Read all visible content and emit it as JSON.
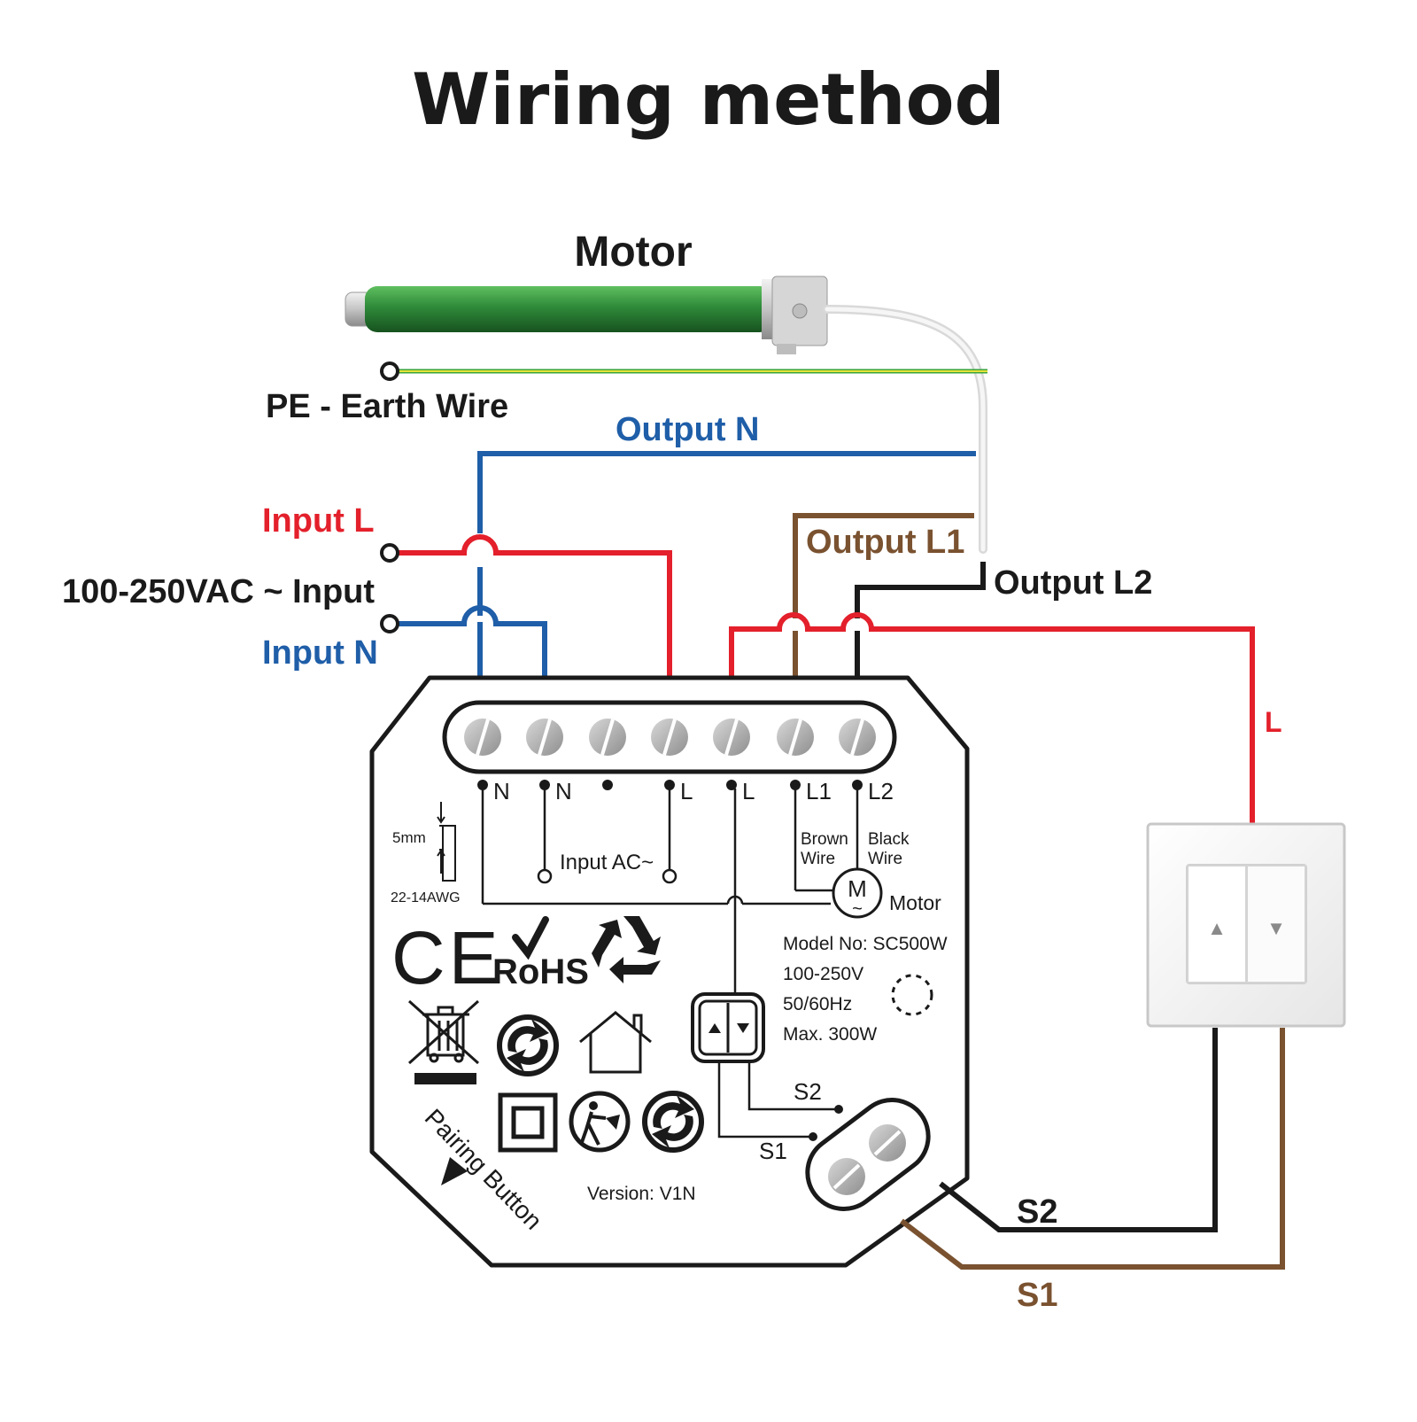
{
  "title": "Wiring method",
  "motor": {
    "label": "Motor"
  },
  "wires": {
    "pe": "PE - Earth Wire",
    "output_n": "Output N",
    "input_l": "Input L",
    "supply": "100-250VAC ~ Input",
    "input_n": "Input N",
    "output_l1": "Output L1",
    "output_l2": "Output L2",
    "switch_l": "L",
    "s2": "S2",
    "s1": "S1"
  },
  "colors": {
    "live": "#e3202b",
    "neutral": "#1f5ea8",
    "brown": "#7a5230",
    "black": "#1a1a1a",
    "earth_green": "#3aa53a",
    "earth_yellow": "#e8e23a",
    "motor_green": "#2f8a3a"
  },
  "module": {
    "terminals": [
      "N",
      "N",
      "",
      "L",
      "L",
      "L1",
      "L2"
    ],
    "input_ac": "Input  AC~",
    "brown_wire": [
      "Brown",
      "Wire"
    ],
    "black_wire": [
      "Black",
      "Wire"
    ],
    "motor_symbol": "M",
    "motor_symbol_sub": "~",
    "motor_label": "Motor",
    "strip_length": "5mm",
    "awg": "22-14AWG",
    "certs": {
      "ce": "CE",
      "rohs": "RoHS"
    },
    "specs": [
      "Model No: SC500W",
      "100-250V",
      "50/60Hz",
      "Max. 300W"
    ],
    "s2": "S2",
    "s1": "S1",
    "pairing_button": "Pairing Button",
    "version": "Version: V1N"
  },
  "switch": {
    "up_symbol": "▲",
    "down_symbol": "▼"
  }
}
